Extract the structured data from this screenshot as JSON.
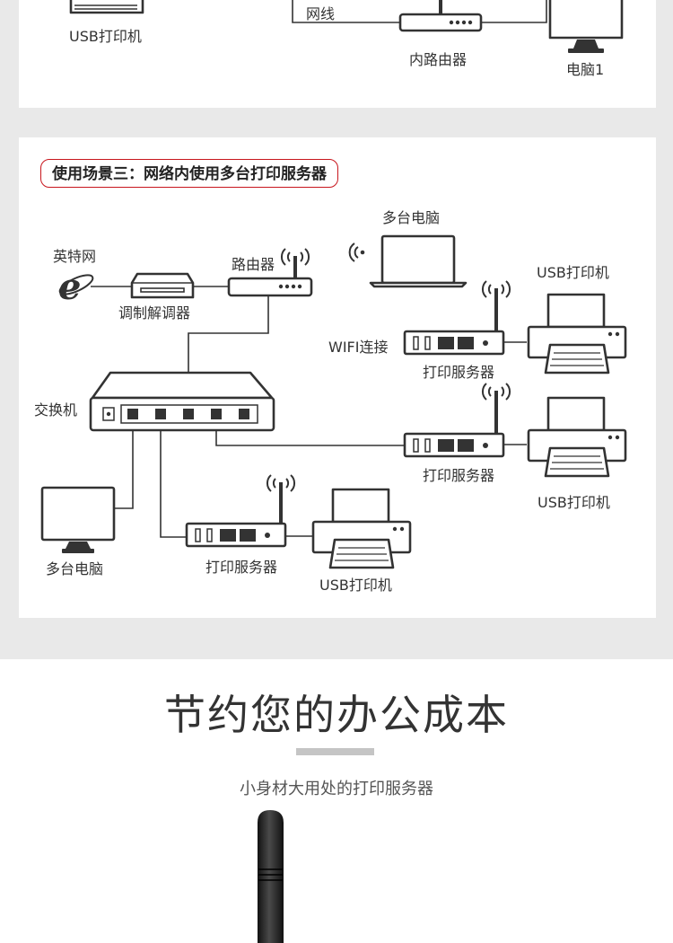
{
  "top_section": {
    "labels": {
      "usb_printer": "USB打印机",
      "cable": "网线",
      "router": "内路由器",
      "computer": "电脑1"
    }
  },
  "scenario": {
    "title": "使用场景三：网络内使用多台打印服务器",
    "labels": {
      "laptop": "多台电脑",
      "internet": "英特网",
      "router": "路由器",
      "modem": "调制解调器",
      "wifi": "WIFI连接",
      "usb_printer": "USB打印机",
      "print_server": "打印服务器",
      "switch": "交换机",
      "desktop": "多台电脑"
    }
  },
  "promo": {
    "heading": "节约您的办公成本",
    "subtitle": "小身材大用处的打印服务器"
  },
  "colors": {
    "accent_red": "#c8161d",
    "line": "#333333",
    "background": "#e9e9e9",
    "antenna": "#2a2a2a"
  }
}
